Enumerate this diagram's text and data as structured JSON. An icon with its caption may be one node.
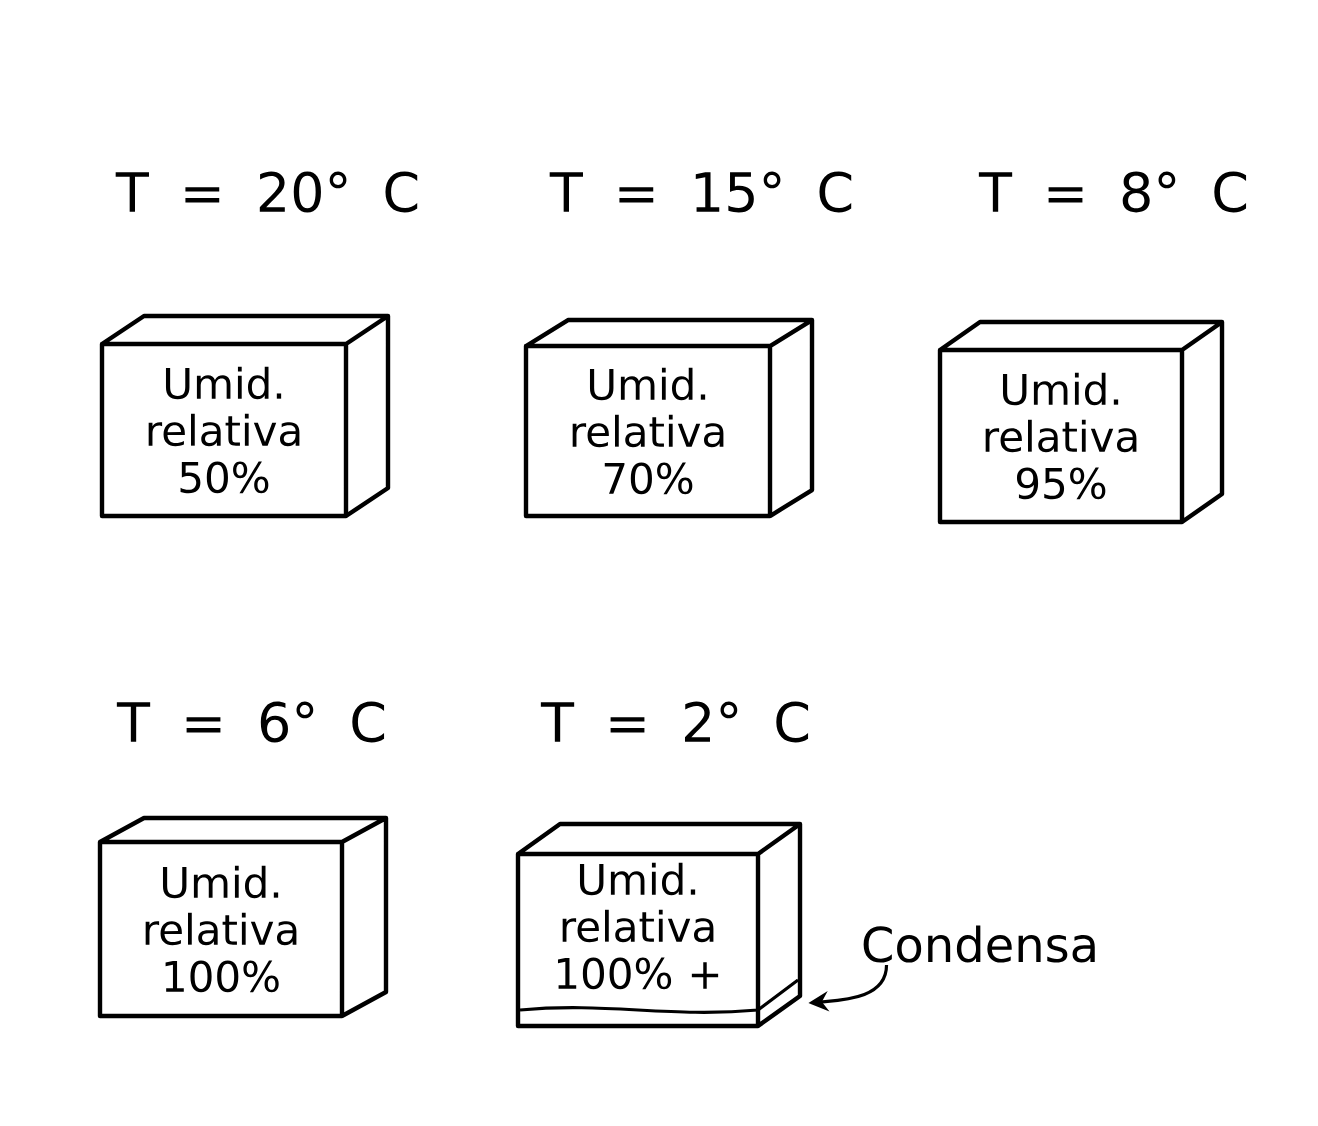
{
  "diagram": {
    "nodes": [
      {
        "text": [
          "Umid. relativa 50%"
        ],
        "beside": [
          "T = 20° C"
        ]
      },
      {
        "text": [
          "Umid. relativa 70%"
        ],
        "beside": [
          "T = 15° C"
        ]
      },
      {
        "text": [
          "Umid. relativa 95%"
        ],
        "beside": [
          "T = 8° C"
        ]
      },
      {
        "text": [
          "Umid. relativa 100%"
        ],
        "beside": [
          "T = 6° C"
        ]
      },
      {
        "text": [
          "Umid. relativa 100% +"
        ],
        "beside": [
          "T = 2° C"
        ]
      },
      {
        "text": [],
        "shape": "band",
        "in": 4
      },
      {
        "text": [
          "Condensa"
        ]
      }
    ],
    "edges": [
      {
        "from": 6,
        "to": 5,
        "arrow": "to"
      }
    ]
  }
}
